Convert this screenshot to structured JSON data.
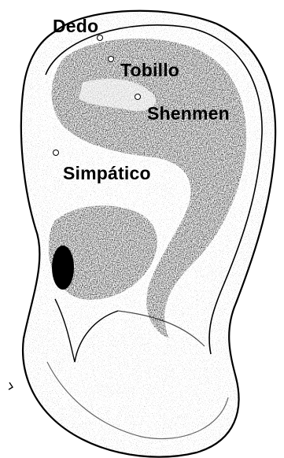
{
  "points": [
    {
      "name": "dedo",
      "label": "Dedo"
    },
    {
      "name": "tobillo",
      "label": "Tobillo"
    },
    {
      "name": "shenmen",
      "label": "Shenmen"
    },
    {
      "name": "simpatico",
      "label": "Simpático"
    }
  ],
  "colors": {
    "ink": "#000000",
    "paper": "#ffffff",
    "shading": "#555555"
  }
}
